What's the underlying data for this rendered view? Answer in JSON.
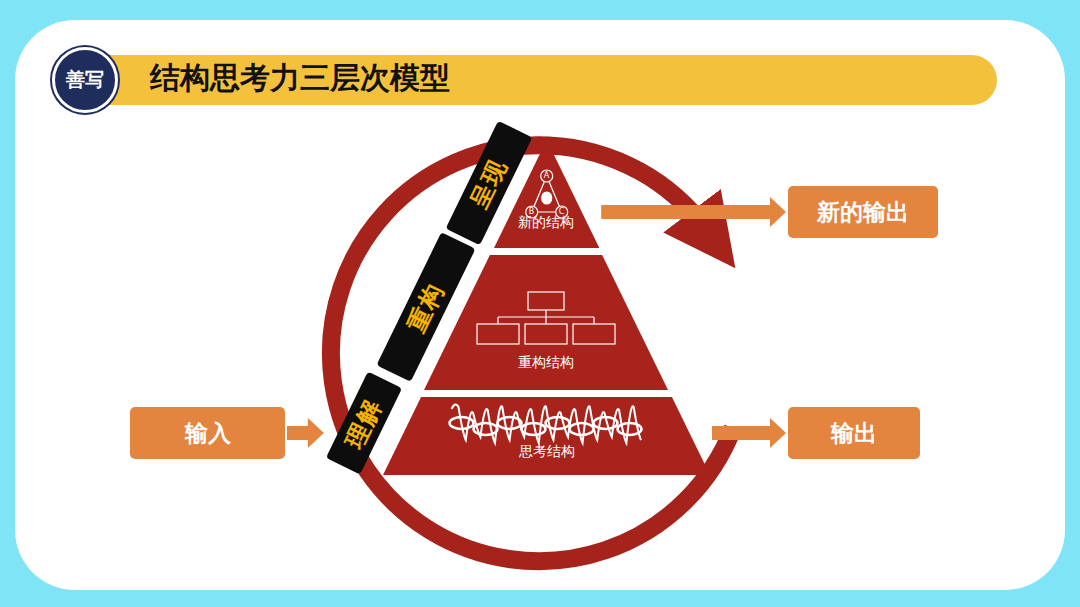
{
  "diagram": {
    "title": "结构思考力三层次模型",
    "nodes": [
      {
        "text": [
          "善写"
        ]
      },
      {
        "text": [
          "呈现"
        ]
      },
      {
        "text": [
          "新的结构"
        ]
      },
      {
        "text": [
          "重构"
        ]
      },
      {
        "text": [
          "重构结构"
        ]
      },
      {
        "text": [
          "新的输出"
        ]
      },
      {
        "text": [
          "输入"
        ]
      },
      {
        "text": [
          "理解"
        ]
      },
      {
        "text": [
          "思考结构"
        ]
      },
      {
        "text": [
          "输出"
        ]
      }
    ],
    "edges": [
      {
        "from": 6,
        "to": 7,
        "arrow": "to"
      },
      {
        "from": 8,
        "to": 9,
        "arrow": "to"
      },
      {
        "from": 2,
        "to": 5,
        "arrow": "to"
      }
    ],
    "labels": [
      "A",
      "B",
      "C"
    ]
  }
}
